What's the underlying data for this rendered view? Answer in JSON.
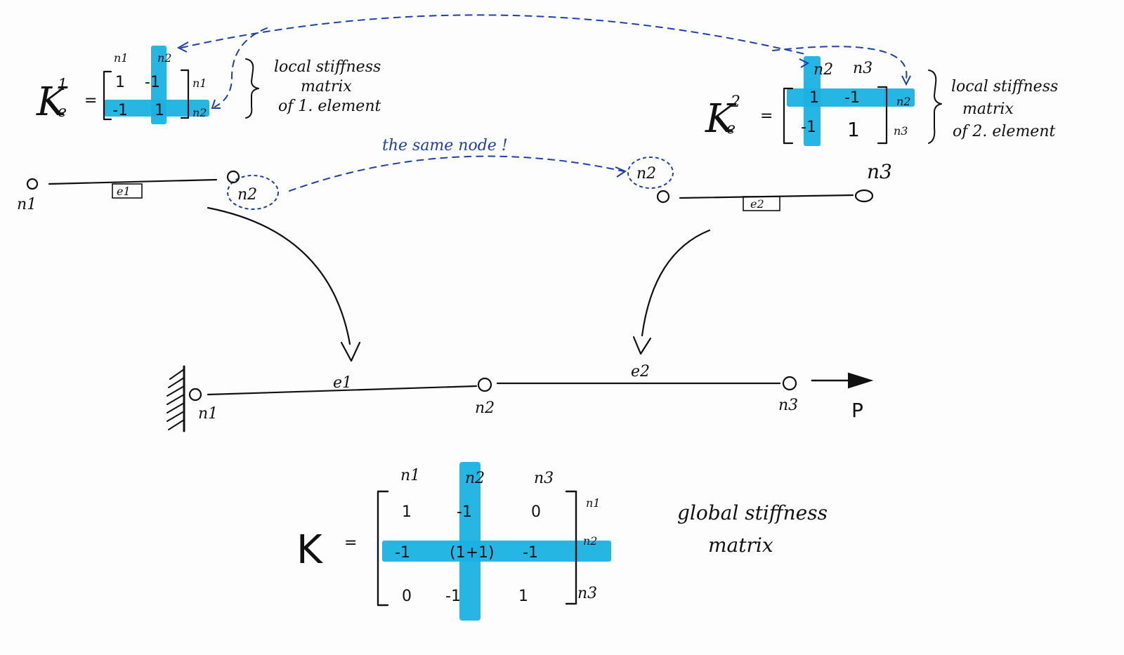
{
  "colors": {
    "ink": "#111111",
    "highlight": "#1ab2e3",
    "annotation": "#1f3fa8"
  },
  "icons": {
    "support": "fixed-wall-hatch-icon",
    "load": "arrow-right-icon"
  },
  "local1": {
    "symbol": "K",
    "subscript": "e",
    "superscript": "1",
    "equals": "=",
    "col_labels": [
      "n1",
      "n2"
    ],
    "row_labels": [
      "n1",
      "n2"
    ],
    "rows": [
      [
        "1",
        "-1"
      ],
      [
        "-1",
        "1"
      ]
    ],
    "caption": [
      "local stiffness",
      "matrix",
      "of 1. element"
    ]
  },
  "local2": {
    "symbol": "K",
    "subscript": "e",
    "superscript": "2",
    "equals": "=",
    "col_labels": [
      "n2",
      "n3"
    ],
    "row_labels": [
      "n2",
      "n3"
    ],
    "rows": [
      [
        "1",
        "-1"
      ],
      [
        "-1",
        "1"
      ]
    ],
    "caption": [
      "local stiffness",
      "matrix",
      "of 2. element"
    ]
  },
  "elements": {
    "e1": {
      "label": "e1",
      "start": "n1",
      "end": "n2"
    },
    "e2": {
      "label": "e2",
      "start": "n2",
      "end": "n3"
    }
  },
  "same_node_note": "the same node !",
  "assembled": {
    "nodes": [
      "n1",
      "n2",
      "n3"
    ],
    "elements": [
      "e1",
      "e2"
    ],
    "load": "P"
  },
  "global": {
    "symbol": "K",
    "equals": "=",
    "col_labels": [
      "n1",
      "n2",
      "n3"
    ],
    "row_labels": [
      "n1",
      "n2",
      "n3"
    ],
    "rows": [
      [
        "1",
        "-1",
        "0"
      ],
      [
        "-1",
        "(1+1)",
        "-1"
      ],
      [
        "0",
        "-1",
        "1"
      ]
    ],
    "caption": [
      "global stiffness",
      "matrix"
    ]
  }
}
